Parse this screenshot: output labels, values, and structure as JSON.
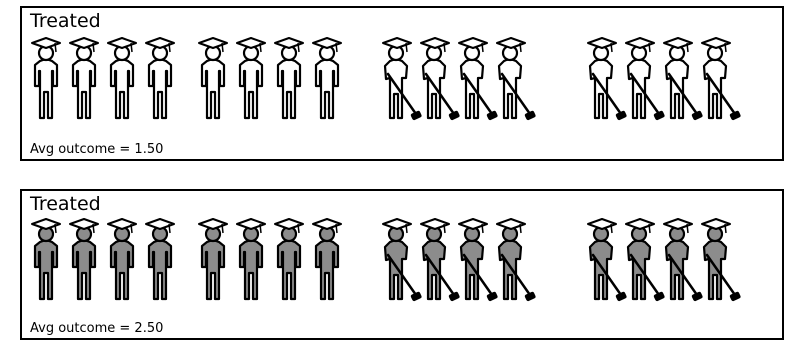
{
  "panels": [
    {
      "title": "Treated",
      "outcome_label": "Avg outcome = 1.50",
      "figure_fill": "#ffffff",
      "groups": [
        "standing",
        "standing",
        "sweeping",
        "sweeping"
      ],
      "people_per_group": 4
    },
    {
      "title": "Treated",
      "outcome_label": "Avg outcome = 2.50",
      "figure_fill": "#8c8c8c",
      "groups": [
        "standing",
        "standing",
        "sweeping",
        "sweeping"
      ],
      "people_per_group": 4
    }
  ],
  "icons": {
    "standing": "graduate-standing-icon",
    "sweeping": "graduate-sweeping-icon"
  },
  "colors": {
    "outline": "#000000",
    "border": "#000000"
  }
}
